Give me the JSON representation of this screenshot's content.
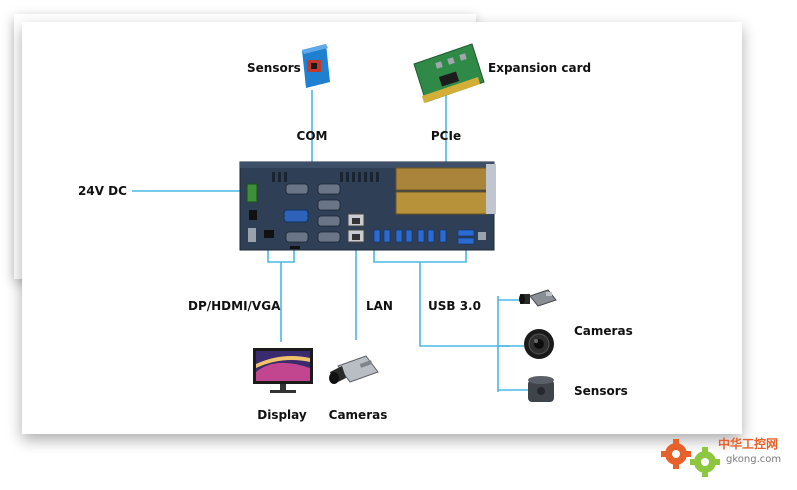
{
  "labels": {
    "sensors_top": "Sensors",
    "expansion_card": "Expansion card",
    "com": "COM",
    "pcie": "PCIe",
    "dc24": "24V DC",
    "display_ports": "DP/HDMI/VGA",
    "lan": "LAN",
    "usb": "USB 3.0",
    "cameras_right": "Cameras",
    "sensors_right": "Sensors",
    "display": "Display",
    "cameras_bottom": "Cameras"
  },
  "watermark": {
    "cn": "中华工控网",
    "en": "gkong.com"
  },
  "colors": {
    "connector": "#49b8e6",
    "chassis": "#2f3f55",
    "sensor_blue": "#1f7fd1",
    "pcb_green": "#2f8a48",
    "slot_gold": "#b8923a",
    "wm_orange": "#e8612a",
    "wm_green": "#8dc63f"
  }
}
